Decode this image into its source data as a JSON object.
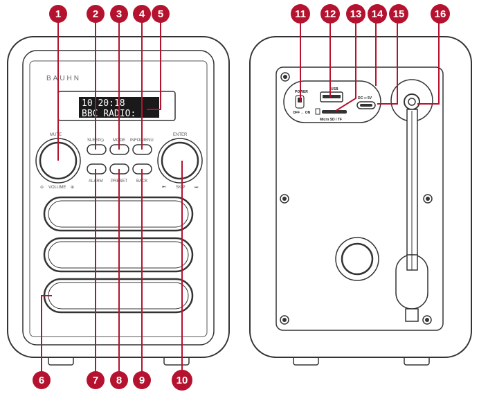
{
  "brand": "BAUHN",
  "display": {
    "line1": "10 20:18",
    "line2": "BBC RADIO:"
  },
  "front_labels": {
    "mute": "MUTE",
    "volume": "VOLUME",
    "sleep": "SLEEP",
    "mode": "MODE",
    "info_menu": "INFO/MENU",
    "enter": "ENTER",
    "alarm": "ALARM",
    "preset": "PRESET",
    "back": "BACK",
    "skip": "SKIP"
  },
  "back_labels": {
    "power": "POWER",
    "off_on": "OFF ↔ ON",
    "usb": "USB",
    "dc": "DC ⎓ 5V",
    "micro_sd": "Micro SD / TF"
  },
  "colors": {
    "callout": "#b5122f",
    "line": "#b5122f",
    "outline": "#333333",
    "lcd": "#1a1a1a"
  },
  "callouts": [
    "1",
    "2",
    "3",
    "4",
    "5",
    "6",
    "7",
    "8",
    "9",
    "10",
    "11",
    "12",
    "13",
    "14",
    "15",
    "16"
  ]
}
